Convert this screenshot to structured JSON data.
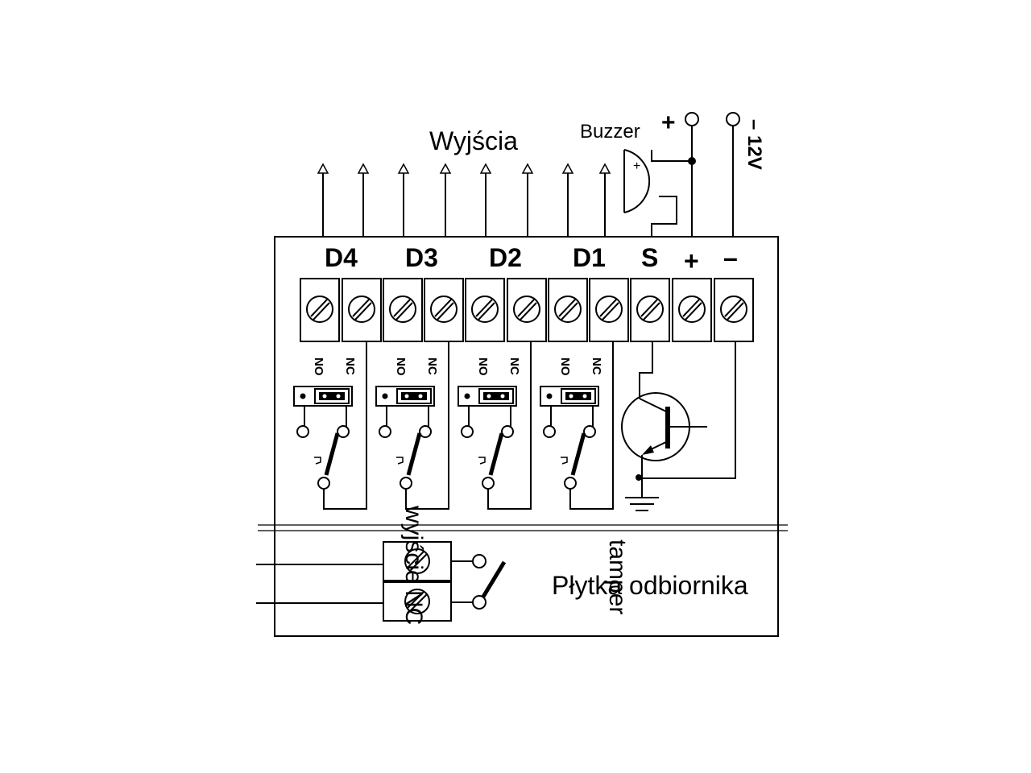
{
  "labels": {
    "outputs": "Wyjścia",
    "buzzer": "Buzzer",
    "buzzer_plus": "+",
    "supply_plus": "+",
    "supply_voltage": "12V",
    "supply_minus_mark": "–",
    "receiver_board": "Płytka odbiornika",
    "tamper": "tamper",
    "tamper_output": "wyjście NC"
  },
  "terminals": [
    {
      "label": "D4"
    },
    {
      "label": "D3"
    },
    {
      "label": "D2"
    },
    {
      "label": "D1"
    },
    {
      "label": "S"
    },
    {
      "label": "+"
    },
    {
      "label": "–"
    }
  ],
  "relays": [
    {
      "no": "NO",
      "nc": "NC"
    },
    {
      "no": "NO",
      "nc": "NC"
    },
    {
      "no": "NO",
      "nc": "NC"
    },
    {
      "no": "NO",
      "nc": "NC"
    }
  ]
}
